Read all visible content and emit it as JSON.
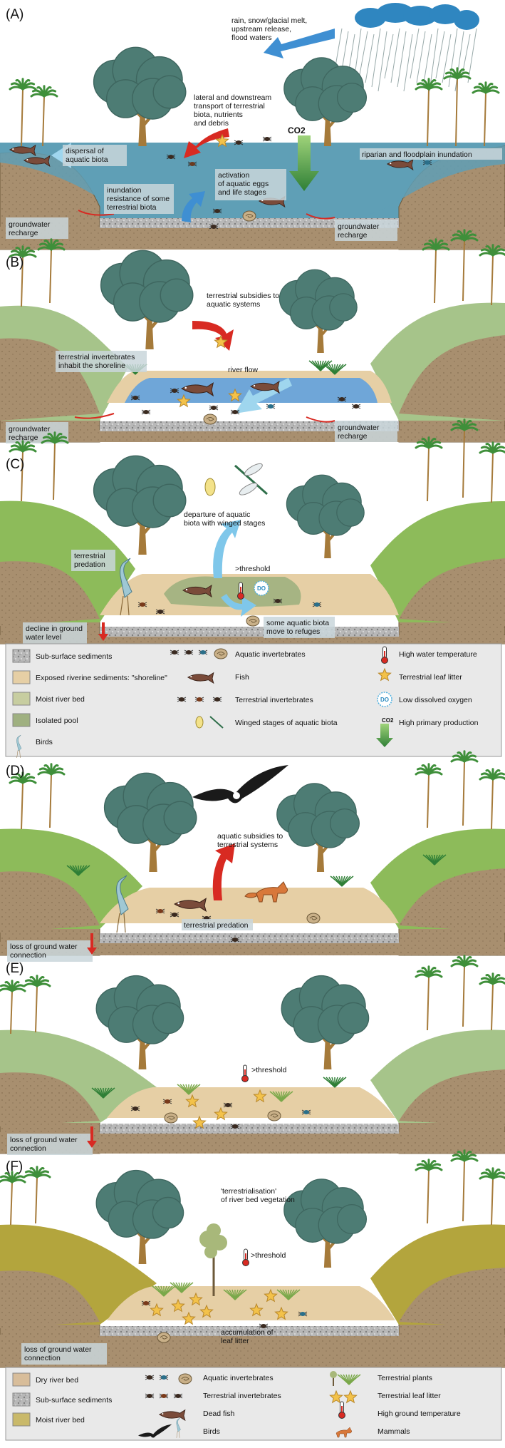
{
  "panels": [
    {
      "label": "(A)",
      "texts": {
        "rain": [
          "rain, snow/glacial melt,",
          "upstream release,",
          "flood waters"
        ],
        "lateral": [
          "lateral and downstream",
          "transport of terrestrial",
          "biota, nutrients",
          "and debris"
        ],
        "dispersal": [
          "dispersal of",
          "aquatic biota"
        ],
        "riparian": "riparian and floodplain inundation",
        "co2": "CO2",
        "inundation": [
          "inundation",
          "resistance of some",
          "terrestrial biota"
        ],
        "activation": [
          "activation",
          "of aquatic eggs",
          "and life stages"
        ],
        "gw_left": [
          "groundwater",
          "recharge"
        ],
        "gw_right": [
          "groundwater",
          "recharge"
        ]
      }
    },
    {
      "label": "(B)",
      "texts": {
        "subsidies": [
          "terrestrial subsidies to",
          "aquatic systems"
        ],
        "shoreline": [
          "terrestrial invertebrates",
          "inhabit the shoreline"
        ],
        "flow": "river flow",
        "gw_left": [
          "groundwater",
          "recharge"
        ],
        "gw_right": [
          "groundwater",
          "recharge"
        ]
      }
    },
    {
      "label": "(C)",
      "texts": {
        "departure": [
          "departure of aquatic",
          "biota with winged stages"
        ],
        "predation": [
          "terrestrial",
          "predation"
        ],
        "threshold": ">threshold",
        "do": "DO",
        "refuges": [
          "some aquatic biota",
          "move to refuges"
        ],
        "decline": [
          "decline in ground",
          "water level"
        ]
      }
    },
    {
      "label": "(D)",
      "texts": {
        "aqsub": [
          "aquatic subsidies to",
          "terrestrial systems"
        ],
        "predation": "terrestrial predation",
        "loss": [
          "loss of ground water",
          "connection"
        ]
      }
    },
    {
      "label": "(E)",
      "texts": {
        "threshold": ">threshold",
        "loss": [
          "loss of ground water",
          "connection"
        ]
      }
    },
    {
      "label": "(F)",
      "texts": {
        "terr": [
          "'terrestrialisation'",
          "of river bed vegetation"
        ],
        "threshold": ">threshold",
        "accum": [
          "accumulation of",
          "leaf litter"
        ],
        "loss": [
          "loss of ground water",
          "connection"
        ]
      }
    }
  ],
  "legend1": {
    "col1": [
      "Sub-surface sediments",
      "Exposed riverine sediments: \"shoreline\"",
      "Moist river bed",
      "Isolated pool",
      "Birds"
    ],
    "col2": [
      "Aquatic invertebrates",
      "Fish",
      "Terrestrial invertebrates",
      "Winged stages of aquatic biota"
    ],
    "col3": [
      "High water temperature",
      "Terrestrial leaf litter",
      "Low dissolved oxygen",
      "High primary production"
    ],
    "do": "DO",
    "co2": "CO2"
  },
  "legend2": {
    "col1": [
      "Dry river bed",
      "Sub-surface sediments",
      "Moist river bed"
    ],
    "col2": [
      "Aquatic invertebrates",
      "Terrestrial invertebrates",
      "Dead fish",
      "Birds"
    ],
    "col3": [
      "Terrestrial plants",
      "Terrestrial leaf litter",
      "High ground temperature",
      "Mammals"
    ]
  },
  "colors": {
    "water": "#5f9fb6",
    "soil": "#a88f6f",
    "sand": "#e6cfa5",
    "moist": "#c7cda0",
    "grass_green": "#8dbb5a",
    "grass_olive": "#b3a53d",
    "tree": "#4d7c74",
    "arrow_red": "#d82a22",
    "arrow_blue": "#3f8fd2",
    "arrow_green": "#49a644"
  }
}
